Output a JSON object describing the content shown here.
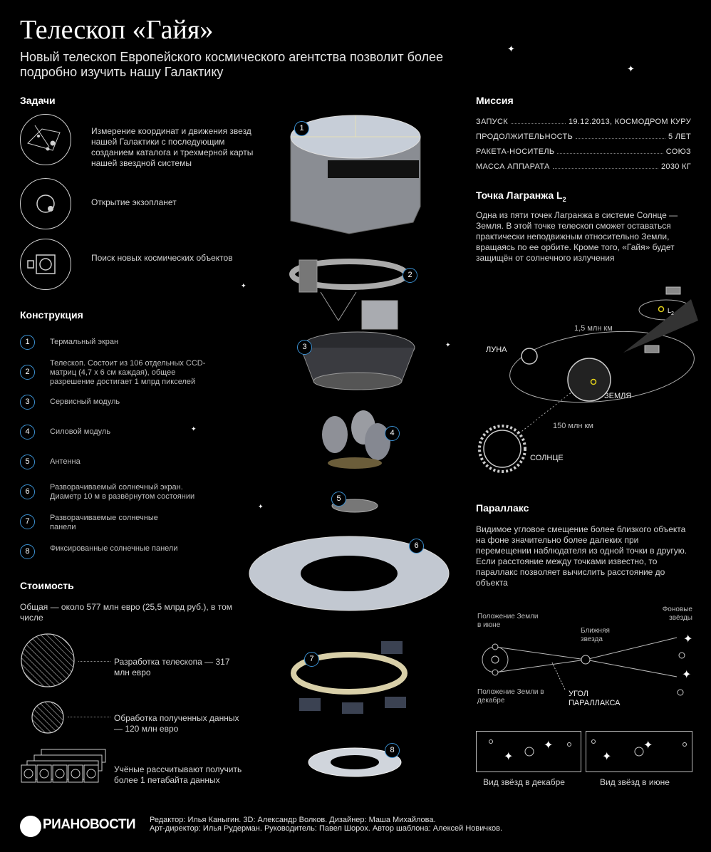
{
  "title": "Телескоп «Гайя»",
  "subtitle": "Новый телескоп Европейского космического агентства позволит более подробно изучить нашу Галактику",
  "tasks": {
    "heading": "Задачи",
    "items": [
      "Измерение координат и движения звезд нашей Галактики с последующим созданием каталога и трехмерной карты нашей звездной системы",
      "Открытие экзопланет",
      "Поиск новых космических объектов"
    ]
  },
  "construction": {
    "heading": "Конструкция",
    "items": [
      {
        "n": "1",
        "text": "Термальный экран"
      },
      {
        "n": "2",
        "text": "Телескоп. Состоит из 106 отдельных CCD-матриц (4,7 х 6 см каждая), общее разрешение достигает 1 млрд пикселей"
      },
      {
        "n": "3",
        "text": "Сервисный модуль"
      },
      {
        "n": "4",
        "text": "Силовой модуль"
      },
      {
        "n": "5",
        "text": "Антенна"
      },
      {
        "n": "6",
        "text": "Разворачиваемый солнечный экран. Диаметр 10 м в развёрнутом состоянии"
      },
      {
        "n": "7",
        "text": "Разворачиваемые солнечные панели"
      },
      {
        "n": "8",
        "text": "Фиксированные солнечные панели"
      }
    ]
  },
  "cost": {
    "heading": "Стоимость",
    "total": "Общая — около 577 млн евро (25,5 млрд руб.), в том числе",
    "dev": "Разработка телескопа — 317 млн евро",
    "data": "Обработка полученных данных — 120 млн евро",
    "petabyte": "Учёные рассчитывают получить более 1 петабайта данных"
  },
  "mission": {
    "heading": "Миссия",
    "rows": [
      {
        "k": "ЗАПУСК",
        "v": "19.12.2013, КОСМОДРОМ КУРУ"
      },
      {
        "k": "ПРОДОЛЖИТЕЛЬНОСТЬ",
        "v": "5 ЛЕТ"
      },
      {
        "k": "РАКЕТА-НОСИТЕЛЬ",
        "v": "СОЮЗ"
      },
      {
        "k": "МАССА АППАРАТА",
        "v": "2030 КГ"
      }
    ]
  },
  "lagrange": {
    "heading": "Точка Лагранжа L",
    "sub": "2",
    "text": "Одна из пяти точек Лагранжа в системе Солнце — Земля. В этой точке телескоп сможет оставаться практически неподвижным относительно Земли, вращаясь по ее орбите. Кроме того, «Гайя» будет защищён от солнечного излучения",
    "moon": "ЛУНА",
    "earth": "ЗЕМЛЯ",
    "sun": "СОЛНЦЕ",
    "d1": "1,5 млн км",
    "d2": "150 млн км",
    "l2": "L",
    "l2sub": "2"
  },
  "parallax": {
    "heading": "Параллакс",
    "text": "Видимое угловое смещение более близкого объекта на фоне значительно более далеких при перемещении наблюдателя из одной точки в другую. Если  расстояние между точками известно, то параллакс позволяет вычислить расстояние до объекта",
    "june_pos": "Положение Земли в июне",
    "dec_pos": "Положение Земли в декабре",
    "near": "Ближняя звезда",
    "bg": "Фоновые звёзды",
    "angle": "УГОЛ ПАРАЛЛАКСА",
    "view_dec": "Вид звёзд в декабре",
    "view_jun": "Вид звёзд в июне"
  },
  "footer": {
    "logo": "РИАНОВОСТИ",
    "line1": "Редактор: Илья Каныгин. 3D: Александр Волков. Дизайнер: Маша Михайлова.",
    "line2": "Арт-директор: Илья Рудерман. Руководитель: Павел Шорох. Автор шаблона: Алексей Новичков."
  }
}
